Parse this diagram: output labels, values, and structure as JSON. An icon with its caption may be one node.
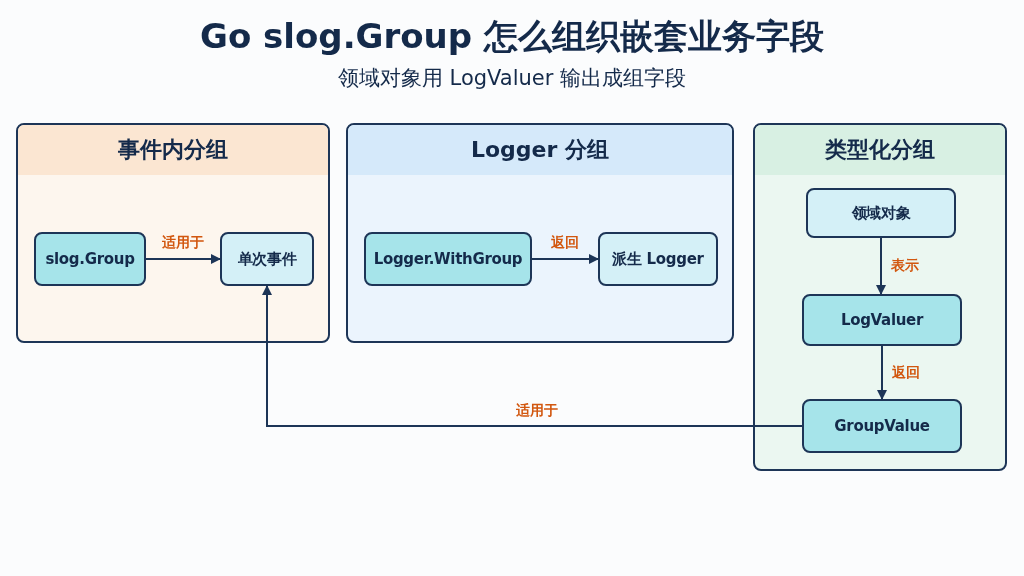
{
  "diagram": {
    "title": "Go slog.Group 怎么组织嵌套业务字段",
    "nodes": [
      {
        "text": [
          "事件内分组"
        ]
      },
      {
        "text": [
          "slog.Group"
        ],
        "in": 0
      },
      {
        "text": [
          "单次事件"
        ],
        "in": 0
      },
      {
        "text": [
          "Logger 分组"
        ]
      },
      {
        "text": [
          "Logger.WithGroup"
        ],
        "in": 3
      },
      {
        "text": [
          "派生 Logger"
        ],
        "in": 3
      },
      {
        "text": [
          "类型化分组"
        ]
      },
      {
        "text": [
          "领域对象"
        ],
        "in": 6
      },
      {
        "text": [
          "LogValuer"
        ],
        "in": 6
      },
      {
        "text": [
          "GroupValue"
        ],
        "in": 6
      }
    ],
    "edges": [
      {
        "from": 1,
        "to": 2,
        "arrow": "to",
        "label": "适用于"
      },
      {
        "from": 4,
        "to": 5,
        "arrow": "to",
        "label": "返回"
      },
      {
        "from": 7,
        "to": 8,
        "arrow": "to",
        "label": "表示"
      },
      {
        "from": 8,
        "to": 9,
        "arrow": "to",
        "label": "返回"
      },
      {
        "from": 9,
        "to": 2,
        "arrow": "to",
        "label": "适用于"
      }
    ],
    "labels": [
      "领域对象用 LogValuer 输出成组字段"
    ]
  }
}
